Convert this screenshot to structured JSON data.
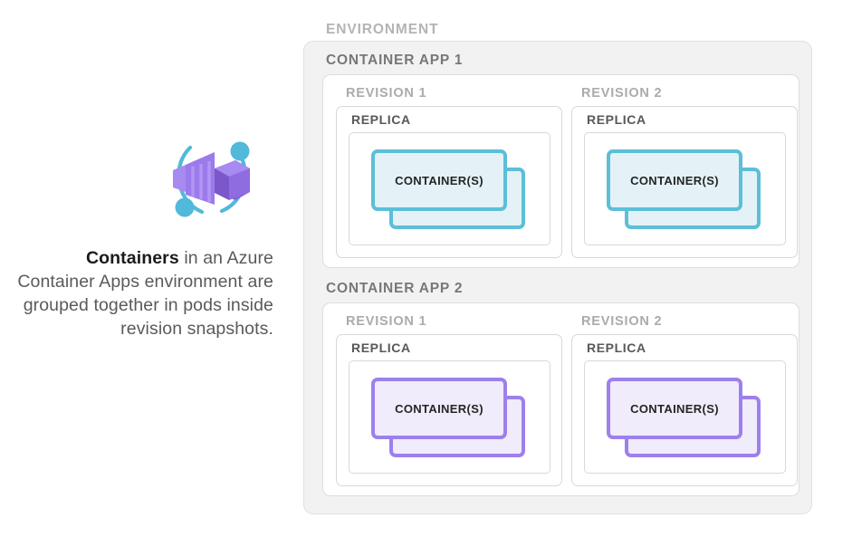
{
  "caption": {
    "lead": "Containers",
    "rest": " in an Azure Container Apps environment are grouped together in pods inside revision snapshots."
  },
  "icon": {
    "name": "azure-container-apps-icon",
    "box_color": "#8661d6",
    "box_light": "#a78bf0",
    "ring_color": "#51b9da"
  },
  "diagram": {
    "environment_label": "ENVIRONMENT",
    "apps": [
      {
        "label": "CONTAINER APP 1",
        "theme": "teal",
        "accent": "#5cbfd8",
        "fill": "#e4f2f8",
        "revisions": [
          {
            "label": "REVISION 1",
            "replica_label": "REPLICA",
            "container_label": "CONTAINER(S)"
          },
          {
            "label": "REVISION 2",
            "replica_label": "REPLICA",
            "container_label": "CONTAINER(S)"
          }
        ]
      },
      {
        "label": "CONTAINER APP 2",
        "theme": "purple",
        "accent": "#9d80ec",
        "fill": "#f1ecfb",
        "revisions": [
          {
            "label": "REVISION 1",
            "replica_label": "REPLICA",
            "container_label": "CONTAINER(S)"
          },
          {
            "label": "REVISION 2",
            "replica_label": "REPLICA",
            "container_label": "CONTAINER(S)"
          }
        ]
      }
    ]
  }
}
